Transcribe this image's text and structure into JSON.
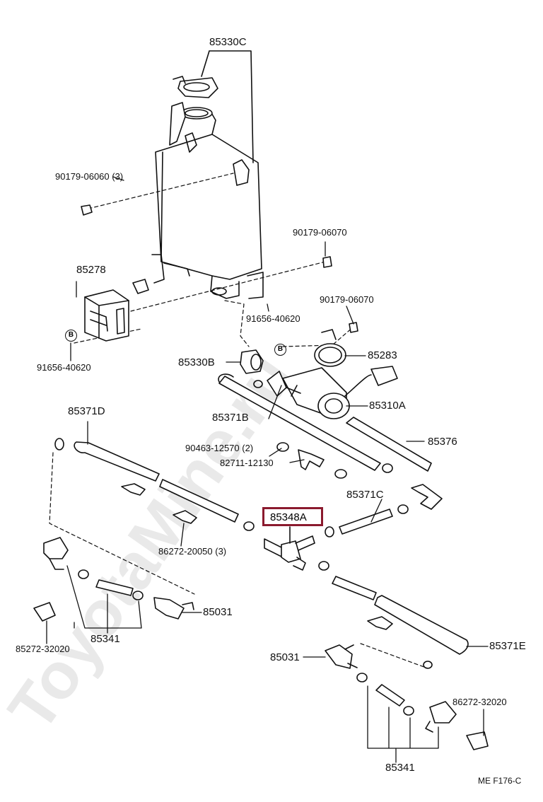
{
  "labels": {
    "washer_tank": "85330C",
    "bolt_tank": "90179-06060 (3)",
    "nut_a": "90179-06070",
    "nut_b": "90179-06070",
    "relay": "85278",
    "clip_b_left": "91656-40620",
    "clip_b_right": "91656-40620",
    "grommet": "85330B",
    "band": "85283",
    "pump": "85310A",
    "hose_b": "85371B",
    "hose_d": "85371D",
    "hose_376": "85376",
    "clamp_90463": "90463-12570 (2)",
    "clip_82711": "82711-12130",
    "hose_c": "85371C",
    "joint_highlight": "85348A",
    "clip_86272_20050": "86272-20050 (3)",
    "nozzle_left": "85031",
    "nozzle_right": "85031",
    "bracket_left": "85272-32020",
    "bracket_right": "86272-32020",
    "set_left": "85341",
    "set_right": "85341",
    "hose_e": "85371E",
    "bolt_mark": "B",
    "footer": "ME  F176-C"
  },
  "colors": {
    "line": "#111111",
    "highlight": "#8b1a2e",
    "watermark": "#e6e6e6"
  }
}
